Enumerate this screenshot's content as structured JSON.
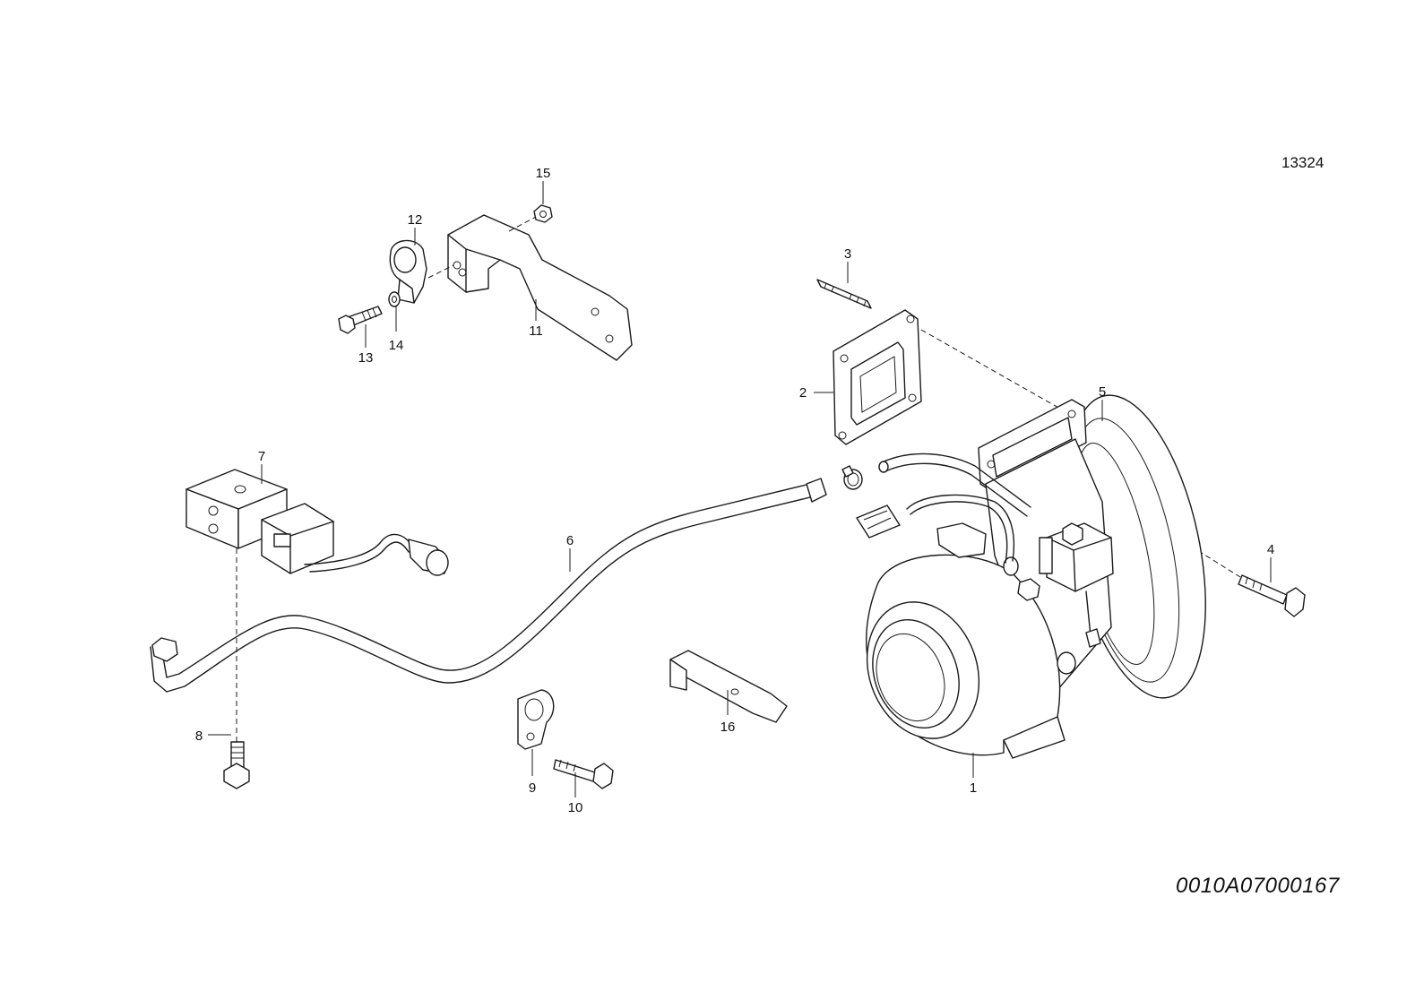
{
  "sheet_number": "13324",
  "drawing_code": "0010A07000167",
  "callouts": {
    "c1": "1",
    "c2": "2",
    "c3": "3",
    "c4": "4",
    "c5": "5",
    "c6": "6",
    "c7": "7",
    "c8": "8",
    "c9": "9",
    "c10": "10",
    "c11": "11",
    "c12": "12",
    "c13": "13",
    "c14": "14",
    "c15": "15",
    "c16": "16"
  }
}
